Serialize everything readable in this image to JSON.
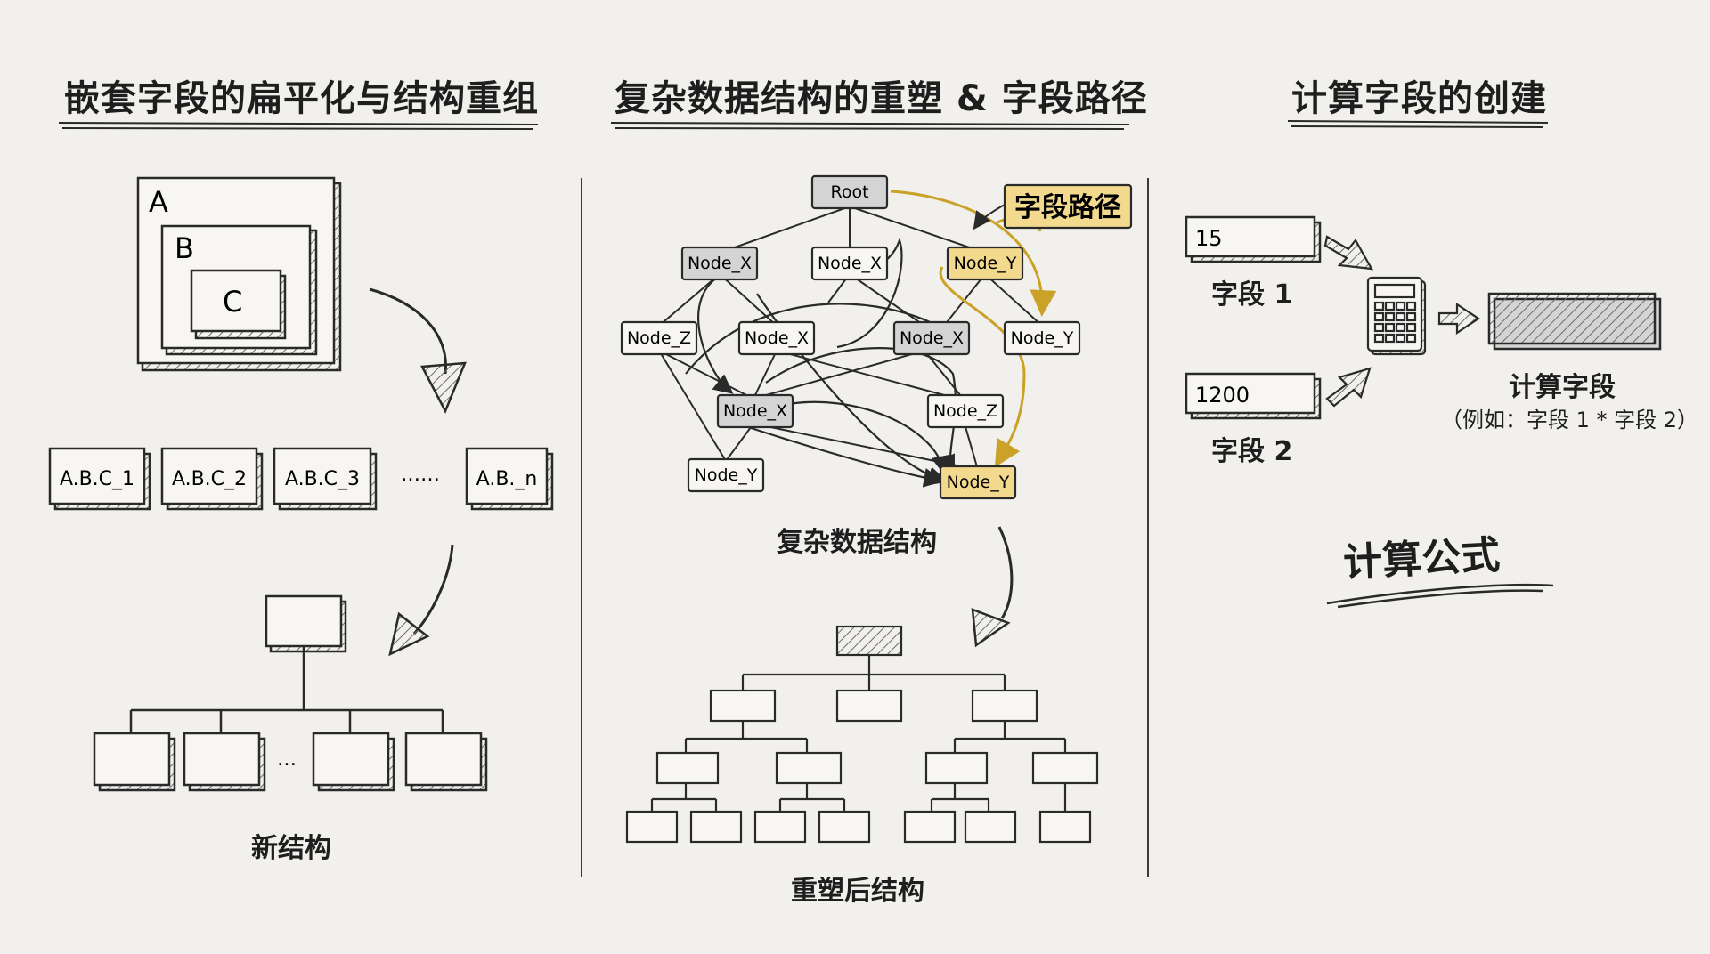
{
  "panels": {
    "flatten": {
      "title": "嵌套字段的扁平化与结构重组",
      "nest_labels": [
        "A",
        "B",
        "C"
      ],
      "flat_fields": [
        "A.B.C_1",
        "A.B.C_2",
        "A.B.C_3",
        "A.B._n"
      ],
      "ellipsis": "……",
      "tree_ellipsis": "…",
      "caption": "新结构"
    },
    "reshape": {
      "title": "复杂数据结构的重塑 & 字段路径",
      "path_tag": "字段路径",
      "nodes": [
        "Root",
        "Node_X",
        "Node_X",
        "Node_Y",
        "Node_Z",
        "Node_X",
        "Node_X",
        "Node_Y",
        "Node_X",
        "Node_Z",
        "Node_Y",
        "Node_Y"
      ],
      "graph_caption": "复杂数据结构",
      "tree_caption": "重塑后结构"
    },
    "computed": {
      "title": "计算字段的创建",
      "field1_value": "15",
      "field1_label": "字段 1",
      "field2_value": "1200",
      "field2_label": "字段 2",
      "result_label": "计算字段",
      "result_example": "（例如：字段 1 * 字段 2）",
      "formula_label": "计算公式"
    }
  },
  "colors": {
    "highlight": "#f2d98e",
    "node_gray": "#d4d4d4",
    "stroke": "#2a2a2a"
  }
}
